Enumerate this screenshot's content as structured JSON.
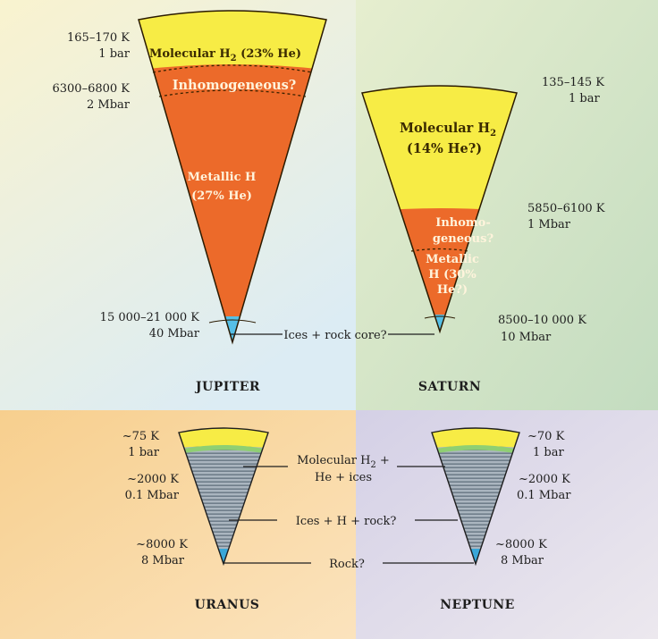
{
  "jupiter": {
    "name": "JUPITER",
    "top_temp": "165–170 K",
    "top_pressure": "1 bar",
    "mid_temp": "6300–6800 K",
    "mid_pressure": "2 Mbar",
    "core_temp": "15 000–21 000 K",
    "core_pressure": "40 Mbar",
    "layer1_label": "Molecular H",
    "layer1_sub": "2",
    "layer1_tail": " (23% He)",
    "layer2_label": "Inhomogeneous?",
    "layer3_line1": "Metallic H",
    "layer3_line2": "(27% He)"
  },
  "saturn": {
    "name": "SATURN",
    "top_temp": "135–145 K",
    "top_pressure": "1 bar",
    "mid_temp": "5850–6100 K",
    "mid_pressure": "1 Mbar",
    "core_temp": "8500–10 000 K",
    "core_pressure": "10 Mbar",
    "layer1_label": "Molecular H",
    "layer1_sub": "2",
    "layer1_line2": "(14% He?)",
    "layer2_line1": "Inhomo-",
    "layer2_line2": "geneous?",
    "layer3_line1": "Metallic",
    "layer3_line2": "H (30%",
    "layer3_line3": "He?)"
  },
  "gas_giant_core_label": "Ices + rock core?",
  "uranus": {
    "name": "URANUS",
    "top_temp": "~75 K",
    "top_pressure": "1 bar",
    "mid_temp": "~2000 K",
    "mid_pressure": "0.1 Mbar",
    "core_temp": "~8000 K",
    "core_pressure": "8 Mbar"
  },
  "neptune": {
    "name": "NEPTUNE",
    "top_temp": "~70 K",
    "top_pressure": "1 bar",
    "mid_temp": "~2000 K",
    "mid_pressure": "0.1 Mbar",
    "core_temp": "~8000 K",
    "core_pressure": "8 Mbar"
  },
  "ice_giant_labels": {
    "molecular_line1": "Molecular H",
    "molecular_sub": "2",
    "molecular_tail": " +",
    "molecular_line2": "He + ices",
    "ices": "Ices + H + rock?",
    "rock": "Rock?"
  },
  "colors": {
    "yellow": "#f7ec45",
    "orange": "#ec6a2a",
    "core_blue": "#56bfe6",
    "ice_gray": "#9aa7b3",
    "bg_top_left": "#f6f2d5",
    "bg_top_right": "#cfe3c4",
    "bg_bottom_left": "#f8d6a0",
    "bg_bottom_right": "#dcd8e6"
  }
}
